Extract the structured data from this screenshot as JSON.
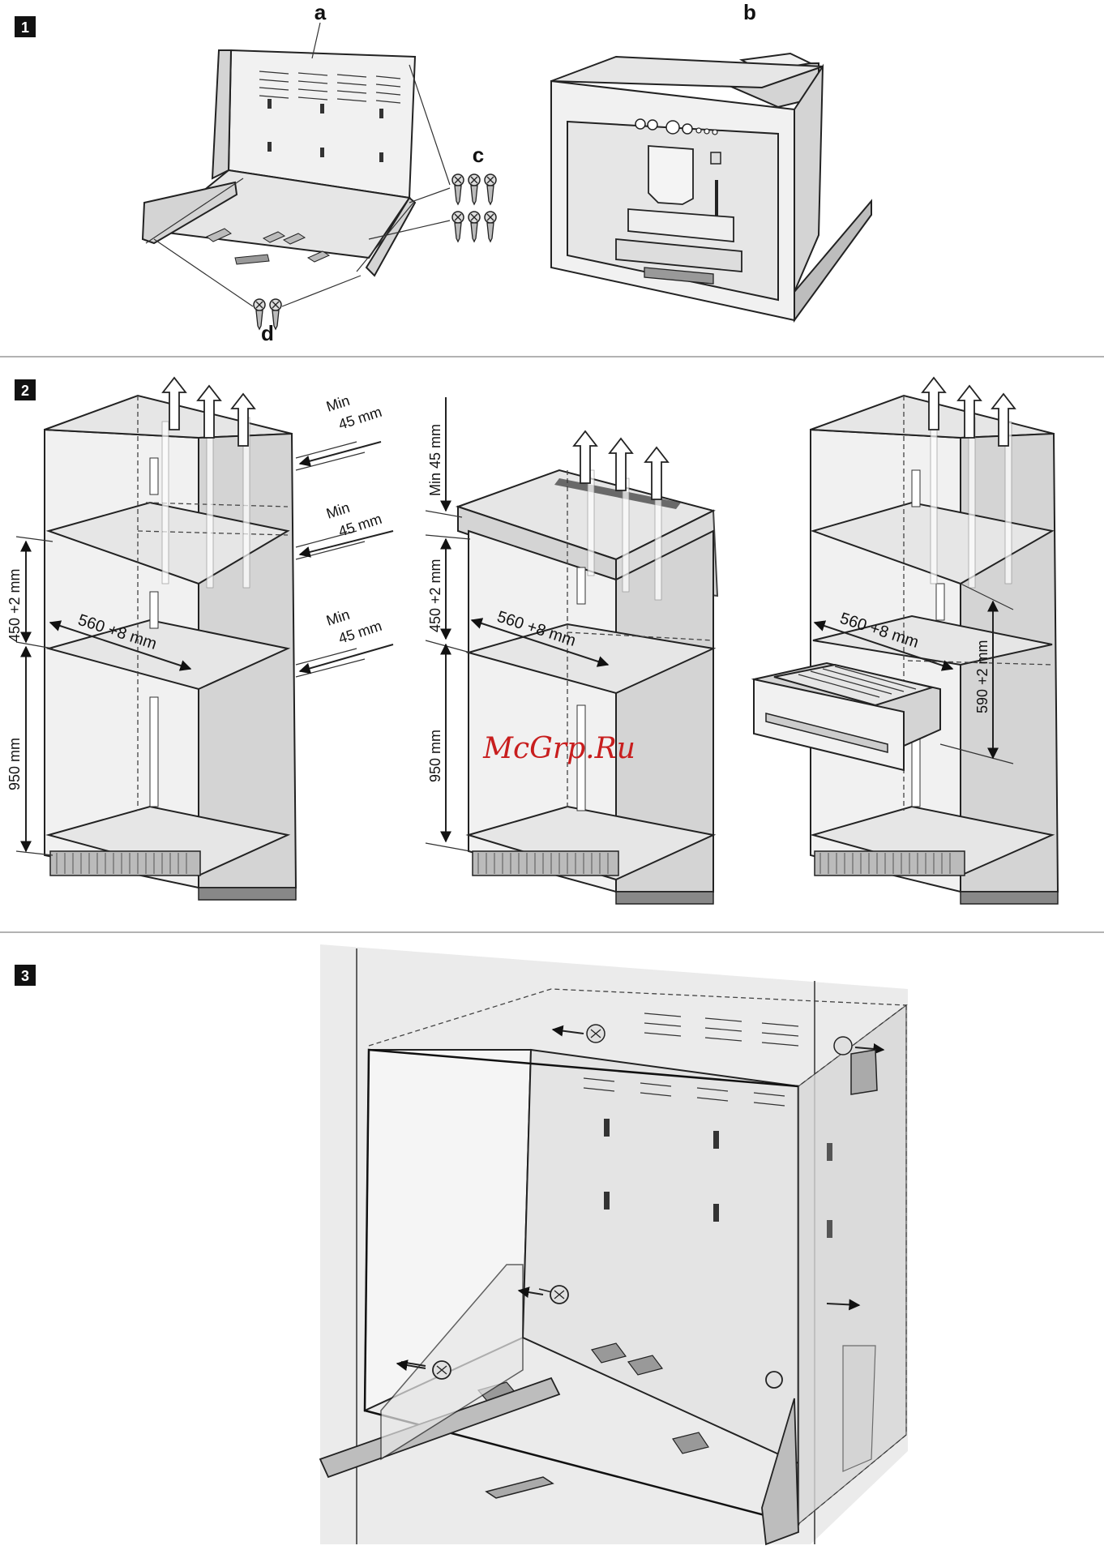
{
  "steps": {
    "one": "1",
    "two": "2",
    "three": "3"
  },
  "step1": {
    "label_a": "a",
    "label_b": "b",
    "label_c": "c",
    "label_d": "d"
  },
  "step2": {
    "left": {
      "min_top_1": "Min",
      "min_top_2": "45 mm",
      "min_mid_1": "Min",
      "min_mid_2": "45 mm",
      "min_low_1": "Min",
      "min_low_2": "45 mm",
      "niche_height": "450 +2 mm",
      "width": "560 +8 mm",
      "base_height": "950 mm"
    },
    "middle": {
      "min_top": "Min 45 mm",
      "niche_height": "450 +2 mm",
      "width": "560 +8 mm",
      "base_height": "950 mm"
    },
    "right": {
      "width": "560 +8 mm",
      "niche_height": "590 +2 mm"
    }
  },
  "watermark": "McGrp.Ru"
}
